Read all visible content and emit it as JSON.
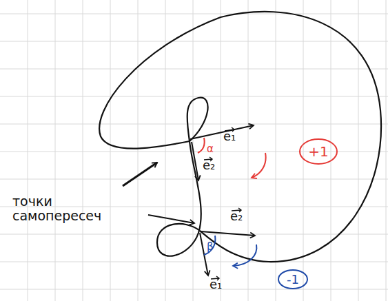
{
  "diagram": {
    "nodes": [
      {
        "text": [
          "+1"
        ]
      },
      {
        "text": [
          "-1"
        ]
      }
    ],
    "labels": [
      "e₁",
      "e₂",
      "α",
      "e₂",
      "e₁",
      "β",
      "точки самопересеч"
    ]
  }
}
